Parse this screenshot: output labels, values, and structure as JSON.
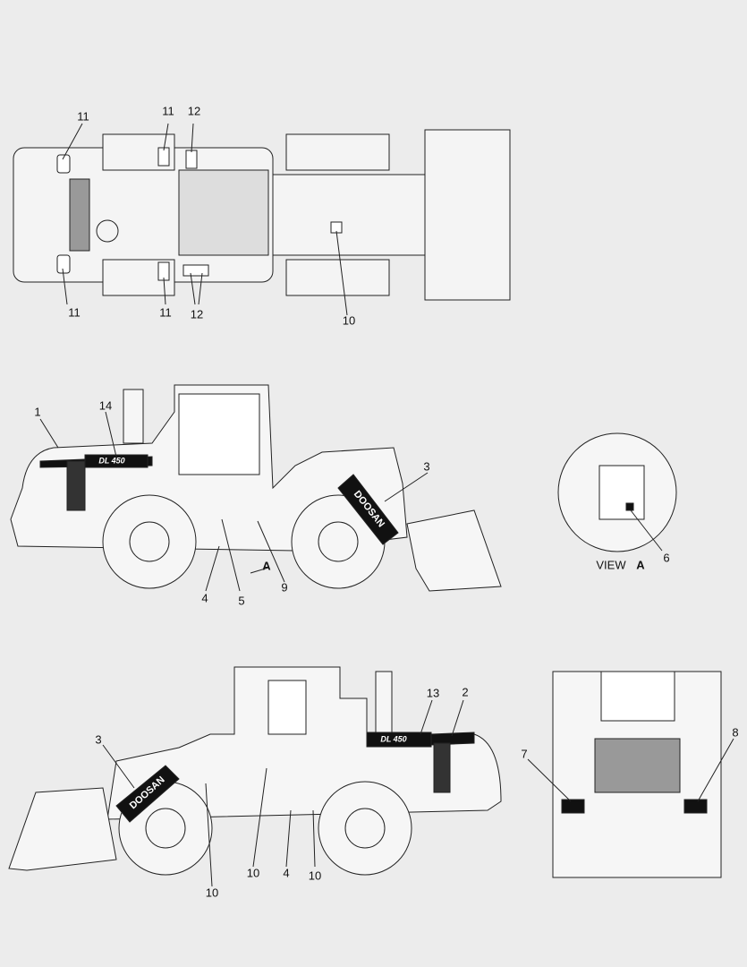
{
  "diagram": {
    "top_view": {
      "callouts": [
        "11",
        "11",
        "12",
        "11",
        "11",
        "12",
        "10"
      ]
    },
    "left_side_view": {
      "callouts": [
        "1",
        "14",
        "3",
        "4",
        "5",
        "9"
      ],
      "view_arrow_label": "A",
      "model_decal": "DL 450",
      "brand_decal": "DOOSAN"
    },
    "view_a": {
      "caption_prefix": "VIEW",
      "caption_letter": "A",
      "callouts": [
        "6"
      ]
    },
    "right_side_view": {
      "callouts": [
        "3",
        "13",
        "2",
        "10",
        "4",
        "10",
        "10"
      ],
      "model_decal": "DL 450",
      "brand_decal": "DOOSAN"
    },
    "rear_view": {
      "callouts": [
        "7",
        "8"
      ]
    },
    "colors": {
      "background": "#ececec",
      "line": "#222222",
      "decal": "#111111"
    }
  }
}
